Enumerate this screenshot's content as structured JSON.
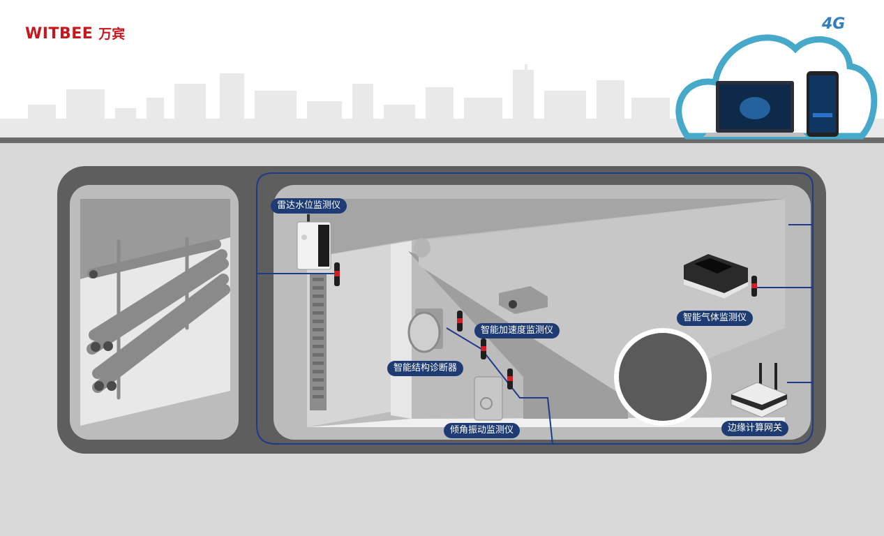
{
  "brand": {
    "name_en": "WITBEE",
    "name_cn": "万宾",
    "color": "#c8161d"
  },
  "network": {
    "badge": "4G",
    "color": "#2f7fc1"
  },
  "devices": [
    {
      "id": "radar",
      "label": "雷达水位监测仪"
    },
    {
      "id": "accel",
      "label": "智能加速度监测仪"
    },
    {
      "id": "struct",
      "label": "智能结构诊断器"
    },
    {
      "id": "tilt",
      "label": "倾角振动监测仪"
    },
    {
      "id": "gas",
      "label": "智能气体监测仪"
    },
    {
      "id": "gateway",
      "label": "边缘计算网关"
    }
  ],
  "colors": {
    "line": "#1e3a8a",
    "label_bg": "#1e3b74",
    "tunnel_frame": "#5e5e5e",
    "ground": "#d9d9d9"
  }
}
